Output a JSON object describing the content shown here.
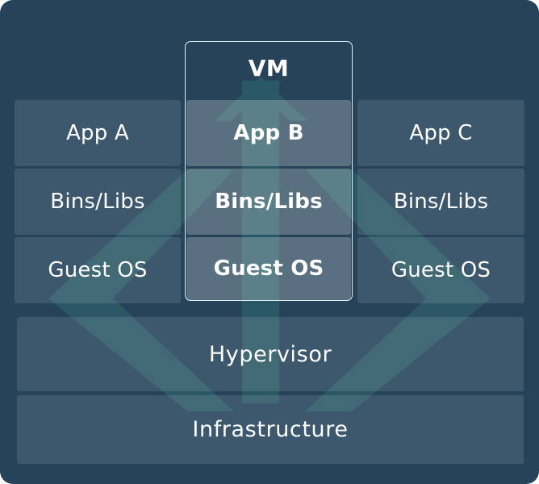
{
  "diagram": {
    "vm_label": "VM",
    "columns": [
      {
        "app": "App A",
        "bins": "Bins/Libs",
        "guest_os": "Guest OS"
      },
      {
        "app": "App B",
        "bins": "Bins/Libs",
        "guest_os": "Guest OS"
      },
      {
        "app": "App C",
        "bins": "Bins/Libs",
        "guest_os": "Guest OS"
      }
    ],
    "hypervisor": "Hypervisor",
    "infrastructure": "Infrastructure"
  },
  "colors": {
    "background": "#26435a",
    "watermark": "#2f6a6e",
    "text": "#ffffff",
    "frame_border": "#e4ecf2"
  },
  "watermark_icon": "code-brackets-icon"
}
